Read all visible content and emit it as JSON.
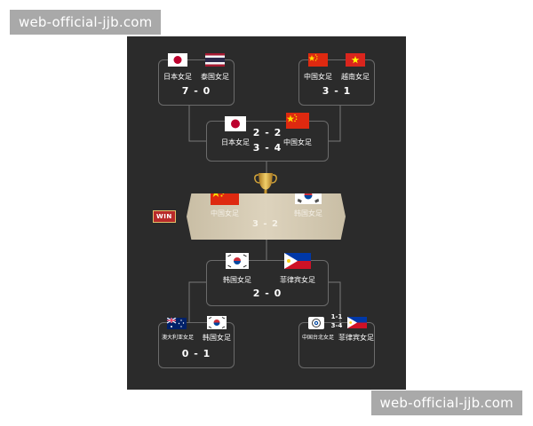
{
  "watermark": {
    "text": "web-official-jjb.com"
  },
  "win_label": "WIN",
  "semi_upper_left": {
    "home": "日本女足",
    "away": "泰国女足",
    "score": "7 - 0"
  },
  "semi_upper_right": {
    "home": "中国女足",
    "away": "越南女足",
    "score": "3 - 1"
  },
  "upper_final": {
    "home": "日本女足",
    "away": "中国女足",
    "score": "2 - 2",
    "penalties": "3 - 4"
  },
  "final": {
    "home": "中国女足",
    "away": "韩国女足",
    "score": "3 - 2"
  },
  "lower_final": {
    "home": "韩国女足",
    "away": "菲律宾女足",
    "score": "2 - 0"
  },
  "semi_lower_left": {
    "home": "澳大利亚女足",
    "away": "韩国女足",
    "score": "0 - 1"
  },
  "semi_lower_right": {
    "home": "中国台北女足",
    "away": "菲律宾女足",
    "score": "1-1",
    "penalties": "3-4"
  },
  "colors": {
    "background": "#2b2b2b",
    "box_border": "#6b6b6b",
    "final_banner": "#d3c8b1",
    "win_badge": "#b82a2a",
    "trophy": "#d4a53a"
  },
  "icons": [
    "japan-flag-icon",
    "thailand-flag-icon",
    "china-flag-icon",
    "vietnam-flag-icon",
    "korea-flag-icon",
    "philippines-flag-icon",
    "australia-flag-icon",
    "chinese-taipei-flag-icon",
    "trophy-icon"
  ]
}
